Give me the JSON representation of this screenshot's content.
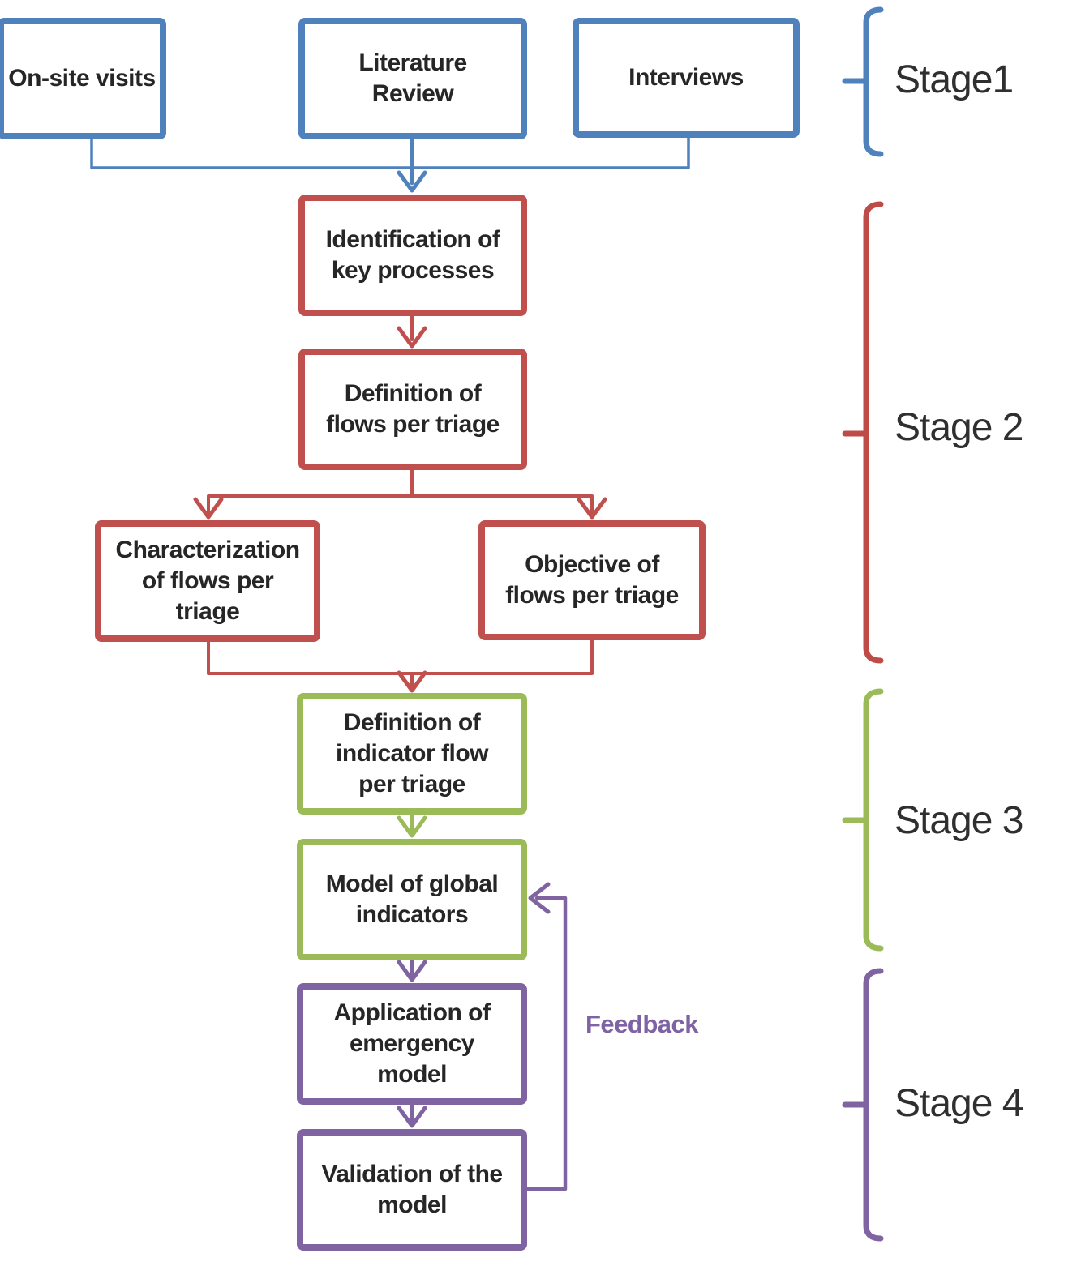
{
  "stages": [
    {
      "label": "Stage1"
    },
    {
      "label": "Stage 2"
    },
    {
      "label": "Stage 3"
    },
    {
      "label": "Stage 4"
    }
  ],
  "boxes": [
    {
      "id": "on-site-visits",
      "stage": 1,
      "label": "On-site visits"
    },
    {
      "id": "literature-review",
      "stage": 1,
      "label": "Literature\nReview"
    },
    {
      "id": "interviews",
      "stage": 1,
      "label": "Interviews"
    },
    {
      "id": "identification-key-processes",
      "stage": 2,
      "label": "Identification of\nkey processes"
    },
    {
      "id": "definition-flows-per-triage",
      "stage": 2,
      "label": "Definition of\nflows per triage"
    },
    {
      "id": "characterization-flows-per-triage",
      "stage": 2,
      "label": "Characterization\nof flows per\ntriage"
    },
    {
      "id": "objective-flows-per-triage",
      "stage": 2,
      "label": "Objective of\nflows per triage"
    },
    {
      "id": "definition-indicator-flow-per-triage",
      "stage": 3,
      "label": "Definition of\nindicator flow\nper triage"
    },
    {
      "id": "model-global-indicators",
      "stage": 3,
      "label": "Model of global\nindicators"
    },
    {
      "id": "application-emergency-model",
      "stage": 4,
      "label": "Application of\nemergency\nmodel"
    },
    {
      "id": "validation-model",
      "stage": 4,
      "label": "Validation of the\nmodel"
    }
  ],
  "annotations": {
    "feedback_label": "Feedback"
  },
  "colors": {
    "stage1_blue": "#4f81bd",
    "stage2_red": "#c0504d",
    "stage3_green": "#9bbb59",
    "stage4_purple": "#8064a2",
    "box_text": "#262626",
    "stage_text": "#2f2f2f",
    "feedback_text": "#7e63a4"
  }
}
